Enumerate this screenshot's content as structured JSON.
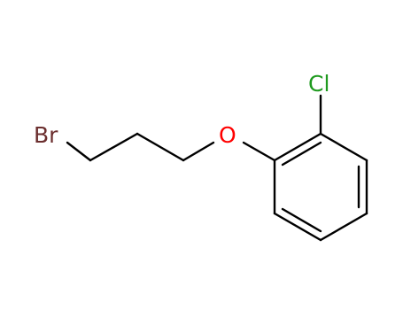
{
  "molecule": {
    "atoms": {
      "bromine": {
        "label": "Br",
        "color": "#6b2e2e"
      },
      "oxygen": {
        "label": "O",
        "color": "#ff0000"
      },
      "chlorine": {
        "label": "Cl",
        "color": "#1f9a1f"
      }
    },
    "bond_color": "#000000",
    "background": "#ffffff"
  }
}
